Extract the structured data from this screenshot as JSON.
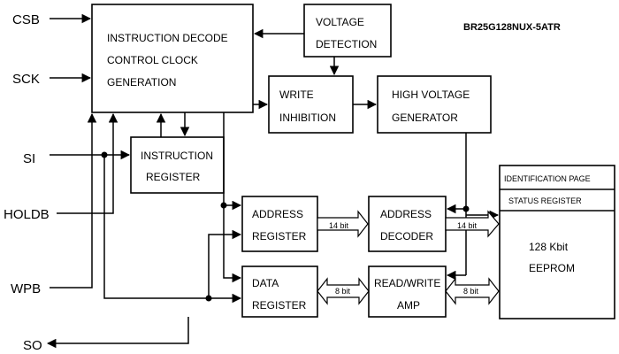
{
  "title": "BR25G128NUX-5ATR",
  "pins": {
    "csb": "CSB",
    "sck": "SCK",
    "si": "SI",
    "holdb": "HOLDB",
    "wpb": "WPB",
    "so": "SO"
  },
  "blocks": {
    "instruction_decode": [
      "INSTRUCTION DECODE",
      "CONTROL CLOCK",
      "GENERATION"
    ],
    "voltage_detection": [
      "VOLTAGE",
      "DETECTION"
    ],
    "write_inhibition": [
      "WRITE",
      "INHIBITION"
    ],
    "high_voltage_generator": [
      "HIGH VOLTAGE",
      "GENERATOR"
    ],
    "instruction_register": [
      "INSTRUCTION",
      "REGISTER"
    ],
    "address_register": [
      "ADDRESS",
      "REGISTER"
    ],
    "address_decoder": [
      "ADDRESS",
      "DECODER"
    ],
    "data_register": [
      "DATA",
      "REGISTER"
    ],
    "read_write_amp": [
      "READ/WRITE",
      "AMP"
    ],
    "identification_page": "IDENTIFICATION PAGE",
    "status_register": "STATUS REGISTER",
    "eeprom": [
      "128 Kbit",
      "EEPROM"
    ]
  },
  "buses": {
    "addr_to_decoder": "14 bit",
    "decoder_to_eeprom": "14 bit",
    "data_to_amp": "8 bit",
    "amp_to_eeprom": "8 bit"
  }
}
